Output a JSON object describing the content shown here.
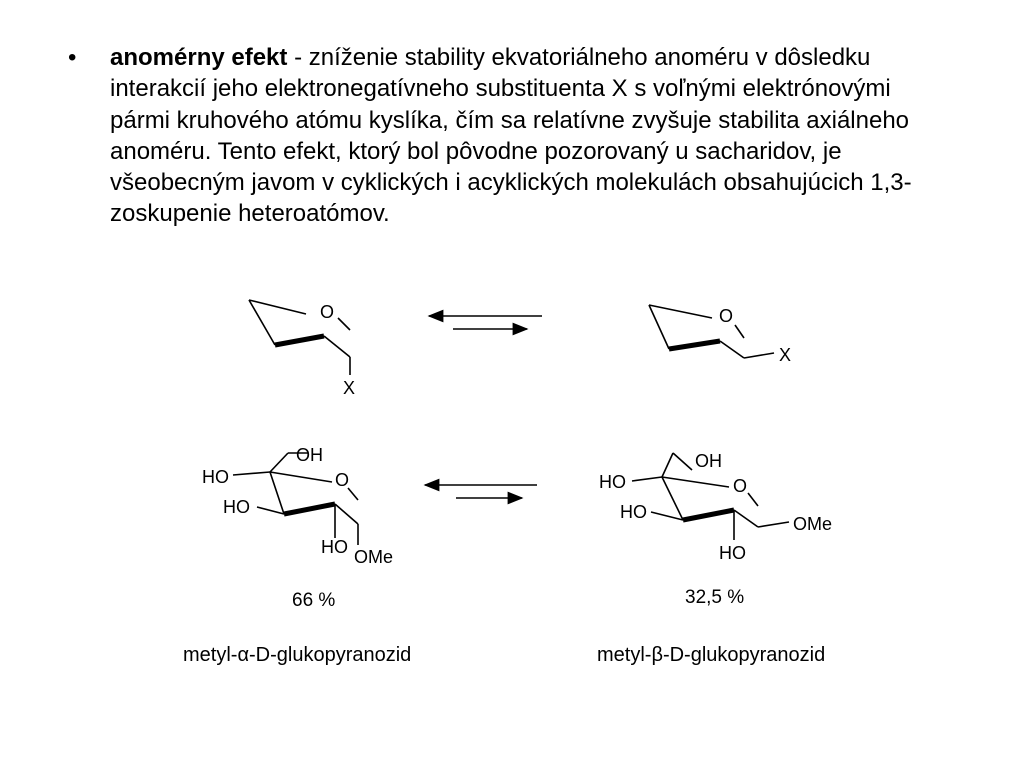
{
  "slide": {
    "bullet_char": "•",
    "term": "anomérny efekt",
    "body_text": " - zníženie stability ekvatoriálneho anoméru v dôsledku interakcií jeho elektronegatívneho substituenta X s voľnými elektrónovými pármi kruhového atómu kyslíka, čím sa relatívne zvyšuje stabilita axiálneho anoméru. Tento efekt, ktorý bol pôvodne pozorovaný u sacharidov, je všeobecným javom v cyklických i acyklických molekulách obsahujúcich 1,3-zoskupenie heteroatómov."
  },
  "scheme_top": {
    "left": {
      "ring_o": "O",
      "substituent": "X"
    },
    "right": {
      "ring_o": "O",
      "substituent": "X"
    }
  },
  "scheme_bottom": {
    "left": {
      "oh": "OH",
      "ho_c4": "HO",
      "ho_c3": "HO",
      "ring_o": "O",
      "ho_c2": "HO",
      "ome": "OMe",
      "percent": "66 %",
      "name": "metyl-α-D-glukopyranozid"
    },
    "right": {
      "oh": "OH",
      "ho_c4": "HO",
      "ho_c3": "HO",
      "ring_o": "O",
      "ome": "OMe",
      "ho_c2": "HO",
      "percent": "32,5 %",
      "name": "metyl-β-D-glukopyranozid"
    }
  }
}
